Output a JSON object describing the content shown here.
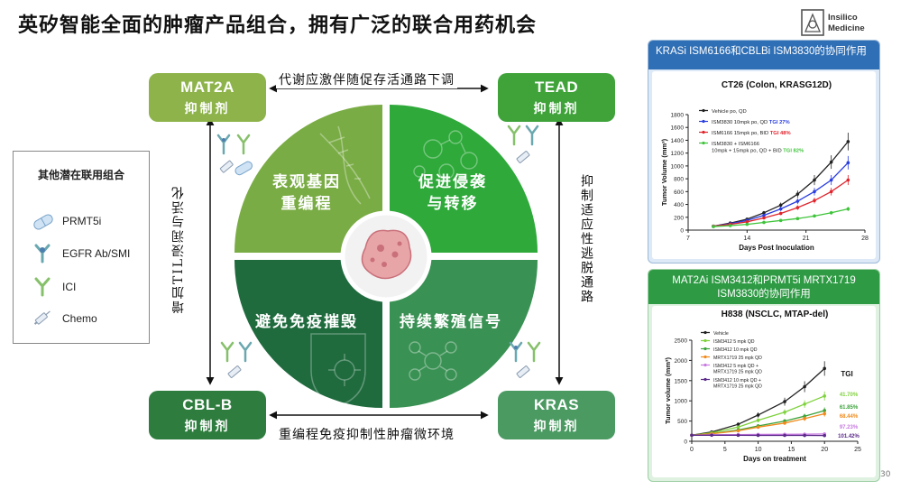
{
  "page": {
    "title": "英矽智能全面的肿瘤产品组合，拥有广泛的联合用药机会",
    "logo_line1": "Insilico",
    "logo_line2": "Medicine",
    "page_number": "30"
  },
  "legend": {
    "title": "其他潜在联用组合",
    "items": [
      {
        "label": "PRMT5i",
        "icon": "capsule-icon"
      },
      {
        "label": "EGFR Ab/SMI",
        "icon": "antibody-icon"
      },
      {
        "label": "ICI",
        "icon": "antibody-icon"
      },
      {
        "label": "Chemo",
        "icon": "syringe-icon"
      }
    ]
  },
  "corners": {
    "mat2a": {
      "name": "MAT2A",
      "sub": "抑制剂",
      "color": "#8db34a"
    },
    "tead": {
      "name": "TEAD",
      "sub": "抑制剂",
      "color": "#3fa33a"
    },
    "cblb": {
      "name": "CBL-B",
      "sub": "抑制剂",
      "color": "#2e7d3e"
    },
    "kras": {
      "name": "KRAS",
      "sub": "抑制剂",
      "color": "#4a9a62"
    }
  },
  "connectors": {
    "top": "代谢应激伴随促存活通路下调",
    "bottom": "重编程免疫抑制性肿瘤微环境",
    "left": "增加TIL浸润与活化",
    "right": "抑制适应性逃脱通路"
  },
  "quadrants": {
    "tl": {
      "line1": "表观基因",
      "line2": "重编程",
      "color": "#7aac45"
    },
    "tr": {
      "line1": "促进侵袭",
      "line2": "与转移",
      "color": "#2ea93a"
    },
    "bl": {
      "line1": "避免免疫摧毁",
      "color": "#1f6b3e"
    },
    "br": {
      "line1": "持续繁殖信号",
      "color": "#3a9154"
    }
  },
  "panel1": {
    "header": "KRASi ISM6166和CBLBi ISM3830的协同作用",
    "header_color": "#2f6fb5",
    "bg_color": "#dde9f6",
    "legend": [
      {
        "label": "Vehicle po, QD",
        "color": "#222222"
      },
      {
        "label": "ISM3830 10mpk po, QD",
        "tgi": "TGI 27%",
        "color": "#2b3fe0"
      },
      {
        "label": "ISM6166 15mpk po, BID",
        "tgi": "TGI 48%",
        "color": "#e0242c"
      },
      {
        "label": "ISM3830 + ISM6166",
        "label2": "10mpk + 15mpk po, QD + BID",
        "tgi": "TGI 82%",
        "color": "#3ec43a"
      }
    ]
  },
  "panel2": {
    "header": "MAT2Ai ISM3412和PRMT5i MRTX1719 ISM3830的协同作用",
    "header_color": "#2e9a44",
    "bg_color": "#dff1e1",
    "tgi_title": "TGI",
    "legend": [
      {
        "label": "Vehicle",
        "color": "#222222"
      },
      {
        "label": "ISM3412 5 mpk QD",
        "color": "#7ed23c"
      },
      {
        "label": "ISM3412 10 mpk QD",
        "color": "#3aa23a"
      },
      {
        "label": "MRTX1719 25 mpk QD",
        "color": "#f08a1c"
      },
      {
        "label": "ISM3412 5 mpk QD +",
        "label2": "MRTX1719 25 mpk QD",
        "color": "#c77ae0"
      },
      {
        "label": "ISM3412 10 mpk QD +",
        "label2": "MRTX1719 25 mpk QD",
        "color": "#5b2a8a"
      }
    ],
    "tgi_values": [
      {
        "value": "41.70%",
        "color": "#7ed23c"
      },
      {
        "value": "61.85%",
        "color": "#3aa23a"
      },
      {
        "value": "68.44%",
        "color": "#f08a1c"
      },
      {
        "value": "97.23%",
        "color": "#c77ae0"
      },
      {
        "value": "101.42%",
        "color": "#5b2a8a"
      }
    ]
  },
  "chart_data": [
    {
      "type": "line",
      "title": "CT26 (Colon, KRASG12D)",
      "xlabel": "Days Post Inoculation",
      "ylabel": "Tumor Volume (mm³)",
      "xlim": [
        7,
        28
      ],
      "ylim": [
        0,
        1800
      ],
      "xticks": [
        7,
        14,
        21,
        28
      ],
      "yticks": [
        0,
        200,
        400,
        600,
        800,
        1000,
        1200,
        1400,
        1600,
        1800
      ],
      "x": [
        10,
        12,
        14,
        16,
        18,
        20,
        22,
        24,
        26
      ],
      "series": [
        {
          "name": "Vehicle po, QD",
          "values": [
            60,
            110,
            170,
            270,
            390,
            560,
            780,
            1060,
            1380
          ]
        },
        {
          "name": "ISM3830 10mpk po, QD",
          "values": [
            60,
            100,
            150,
            230,
            330,
            450,
            600,
            780,
            1050
          ]
        },
        {
          "name": "ISM6166 15mpk po, BID",
          "values": [
            60,
            90,
            130,
            190,
            260,
            350,
            460,
            600,
            780
          ]
        },
        {
          "name": "ISM3830 + ISM6166 10mpk + 15mpk po, QD + BID",
          "values": [
            55,
            70,
            90,
            120,
            150,
            180,
            220,
            270,
            330
          ]
        }
      ]
    },
    {
      "type": "line",
      "title": "H838 (NSCLC, MTAP-del)",
      "xlabel": "Days on treatment",
      "ylabel": "Tumor volume (mm³)",
      "xlim": [
        0,
        25
      ],
      "ylim": [
        0,
        2500
      ],
      "xticks": [
        0,
        5,
        10,
        15,
        20,
        25
      ],
      "yticks": [
        0,
        500,
        1000,
        1500,
        2000,
        2500
      ],
      "x": [
        0,
        3,
        7,
        10,
        14,
        17,
        20
      ],
      "series": [
        {
          "name": "Vehicle",
          "values": [
            150,
            230,
            420,
            650,
            980,
            1350,
            1800
          ]
        },
        {
          "name": "ISM3412 5 mpk QD",
          "values": [
            150,
            210,
            350,
            520,
            720,
            920,
            1120
          ]
        },
        {
          "name": "ISM3412 10 mpk QD",
          "values": [
            150,
            190,
            280,
            380,
            500,
            620,
            760
          ]
        },
        {
          "name": "MRTX1719 25 mpk QD",
          "values": [
            150,
            185,
            260,
            350,
            450,
            560,
            680
          ]
        },
        {
          "name": "ISM3412 5 mpk QD + MRTX1719 25 mpk QD",
          "values": [
            150,
            160,
            165,
            170,
            172,
            175,
            180
          ]
        },
        {
          "name": "ISM3412 10 mpk QD + MRTX1719 25 mpk QD",
          "values": [
            150,
            150,
            148,
            146,
            145,
            144,
            142
          ]
        }
      ]
    }
  ]
}
